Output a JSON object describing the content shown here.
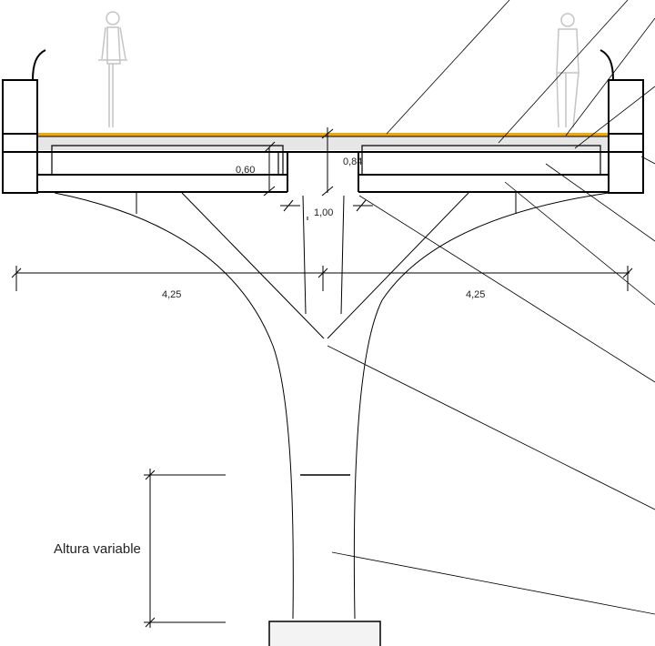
{
  "drawing": {
    "dimensions": {
      "girder_depth": "0,60",
      "deck_depth": "0,84",
      "gap_width": "1,00",
      "span_left": "4,25",
      "span_right": "4,25",
      "pier_height": "Altura variable"
    },
    "colors": {
      "deck_surface": "#e8a820",
      "slab": "#e6e6e6",
      "line": "#000000",
      "figure": "#bfbfbf"
    }
  }
}
